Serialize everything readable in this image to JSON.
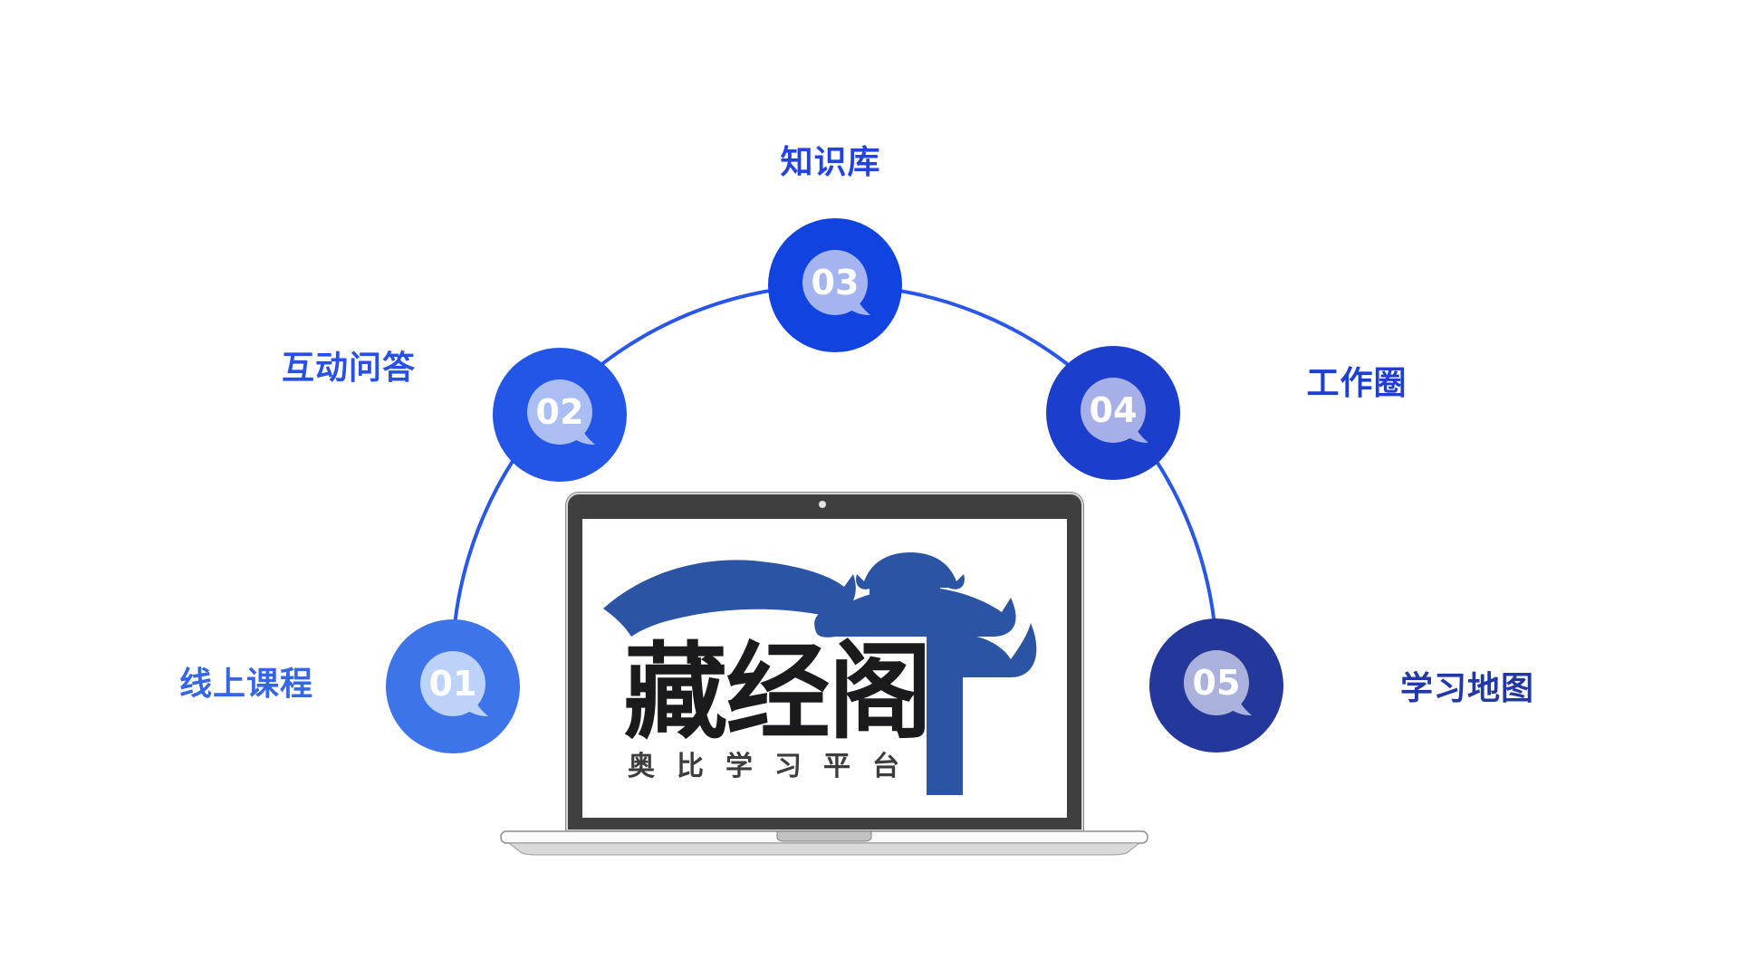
{
  "background_color": "#ffffff",
  "arc": {
    "color": "#2856e8",
    "stroke_width": 4
  },
  "nodes": [
    {
      "number": "01",
      "label": "线上课程",
      "circle_color": "#3d74e9",
      "bubble_color": "#bdd2f8",
      "number_color": "#ffffff",
      "label_color": "#3566e8"
    },
    {
      "number": "02",
      "label": "互动问答",
      "circle_color": "#2355e7",
      "bubble_color": "#aabef3",
      "number_color": "#ffffff",
      "label_color": "#2950e6"
    },
    {
      "number": "03",
      "label": "知识库",
      "circle_color": "#1143e0",
      "bubble_color": "#a3b4f0",
      "number_color": "#ffffff",
      "label_color": "#2342e0"
    },
    {
      "number": "04",
      "label": "工作圈",
      "circle_color": "#1c3ecc",
      "bubble_color": "#a7afe9",
      "number_color": "#ffffff",
      "label_color": "#1f3ed2"
    },
    {
      "number": "05",
      "label": "学习地图",
      "circle_color": "#24389c",
      "bubble_color": "#aab1db",
      "number_color": "#ffffff",
      "label_color": "#2238a6"
    }
  ],
  "laptop": {
    "bezel_color": "#3f3f3f",
    "screen_color": "#ffffff",
    "logo_title": "藏经阁",
    "logo_subtitle": "奥比学习平台",
    "logo_blue": "#2b55a4",
    "logo_title_color": "#1b1b1d",
    "logo_subtitle_color": "#3c3c3c"
  }
}
